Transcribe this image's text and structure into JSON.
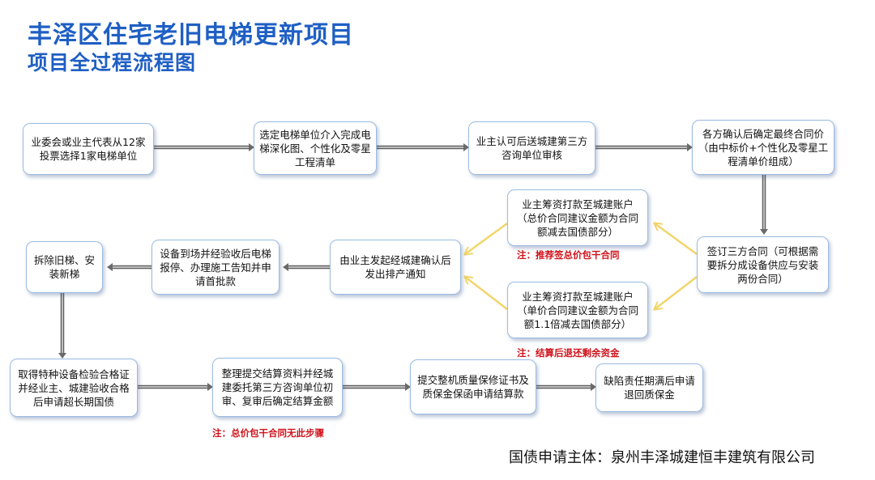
{
  "title": {
    "line1": "丰泽区住宅老旧电梯更新项目",
    "line2": "项目全过程流程图"
  },
  "nodes": {
    "step1": "业委会或业主代表从12家投票选择1家电梯单位",
    "step2": "选定电梯单位介入完成电梯深化图、个性化及零星工程清单",
    "step3": "业主认可后送城建第三方咨询单位审核",
    "step4": "各方确认后确定最终合同价（由中标价+个性化及零星工程清单价组成）",
    "step5": "签订三方合同（可根据需要拆分成设备供应与安装两份合同）",
    "pay_total": "业主筹资打款至城建账户（总价合同建议金额为合同额减去国债部分）",
    "pay_unit": "业主筹资打款至城建账户（单价合同建议金额为合同额1.1倍减去国债部分）",
    "step6": "由业主发起经城建确认后发出排产通知",
    "step7": "设备到场并经验收后电梯报停、办理施工告知并申请首批款",
    "step8": "拆除旧梯、安装新梯",
    "step9": "取得特种设备检验合格证并经业主、城建验收合格后申请超长期国债",
    "step10": "整理提交结算资料并经城建委托第三方咨询单位初审、复审后确定结算金额",
    "step11": "提交整机质量保修证书及质保金保函申请结算款",
    "step12": "缺陷责任期满后申请退回质保金"
  },
  "notes": {
    "recommend": "注：推荐签总价包干合同",
    "refund": "注：结算后退还剩余资金",
    "no_step": "注：总价包干合同无此步骤"
  },
  "footer": "国债申请主体：泉州丰泽城建恒丰建筑有限公司",
  "colors": {
    "title": "#1f5fc4",
    "box_border": "#9bbbe2",
    "arrow_dark": "#6a6a6a",
    "arrow_yellow": "#f2d56b",
    "note_red": "#d0121b"
  }
}
